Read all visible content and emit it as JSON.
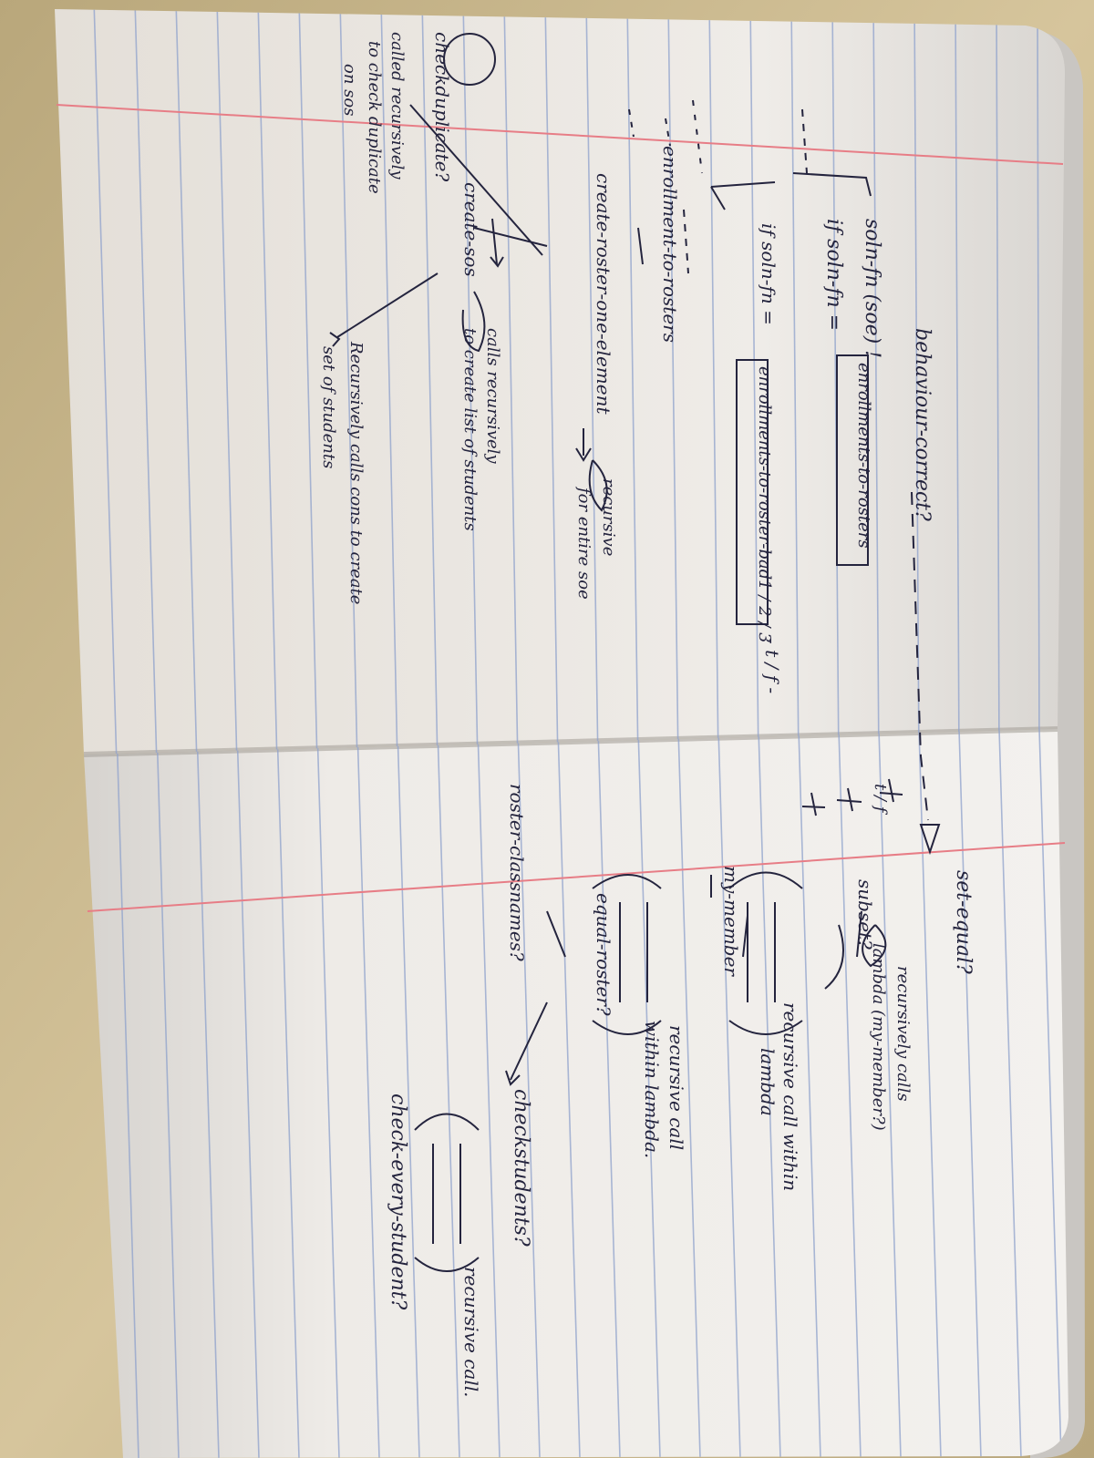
{
  "left_page": {
    "title": "behaviour-correct?",
    "soln_label": "soln-fn (soe) !",
    "if_line_1": "if soln-fn =",
    "box_1": "enrollments-to-rosters",
    "if_line_2": "if soln-fn =",
    "box_2": "enrollments-to-roster-bad1 / 2 / 3",
    "tf_marks": "- t / f -",
    "enrollment_to_rosters": "enrollment-to-rosters",
    "create_roster": "create-roster-one-element",
    "recursive_note_1": "recursive",
    "recursive_note_2": "for entire soe",
    "create_sos": "create-sos",
    "calls_rec_1": "calls recursively",
    "calls_rec_2": "to create list of students",
    "check_duplicate": "checkduplicate?",
    "called_rec_1": "called recursively",
    "called_rec_2": "to check duplicate",
    "called_rec_3": "on sos",
    "cons_note_1": "Recursively calls cons to create",
    "cons_note_2": "set of students"
  },
  "right_page": {
    "set_equal": "set-equal?",
    "subset": "subset?",
    "rec_calls_1": "recursively calls",
    "rec_calls_2": "lambda (my-member?)",
    "rec_lambda_1": "recursive call within",
    "rec_lambda_2": "lambda",
    "my_member": "my-member",
    "rec_within_1": "recursive call",
    "rec_within_2": "within lambda.",
    "equal_roster": "equal-roster?",
    "roster_classnames": "roster-classnames?",
    "check_students": "checkstudents?",
    "rec_call": "recursive call.",
    "check_every": "check-every-student?",
    "t_marks": "t / f"
  },
  "colors": {
    "ink": "#24243e",
    "margin_line": "#e77d86",
    "rule_line": "#8fa2cc",
    "paper": "#f2efea",
    "background": "#cbb98f"
  }
}
